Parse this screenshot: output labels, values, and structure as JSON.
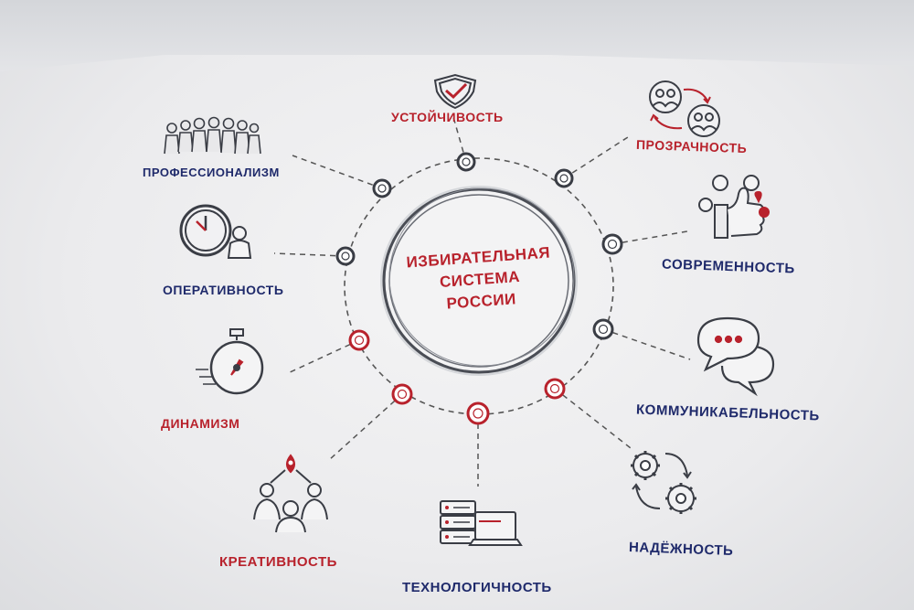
{
  "center": {
    "line1": "ИЗБИРАТЕЛЬНАЯ",
    "line2": "СИСТЕМА",
    "line3": "РОССИИ"
  },
  "nodes": {
    "ustoychivost": "УСТОЙЧИВОСТЬ",
    "prozrachnost": "ПРОЗРАЧНОСТЬ",
    "professionalizm": "ПРОФЕССИОНАЛИЗМ",
    "sovremennost": "СОВРЕМЕННОСТЬ",
    "operativnost": "ОПЕРАТИВНОСТЬ",
    "kommunikabelnost": "КОММУНИКАБЕЛЬНОСТЬ",
    "dinamizm": "ДИНАМИЗМ",
    "nadezhnost": "НАДЁЖНОСТЬ",
    "kreativnost": "КРЕАТИВНОСТЬ",
    "tekhnologichnost": "ТЕХНОЛОГИЧНОСТЬ"
  },
  "colors": {
    "navy": "#1f2a6b",
    "red": "#b8222c",
    "ink": "#3a3d45"
  },
  "icons": {
    "ustoychivost": "shield-check-icon",
    "prozrachnost": "people-exchange-icon",
    "professionalizm": "crowd-icon",
    "sovremennost": "thumbs-up-icon",
    "operativnost": "clock-person-icon",
    "kommunikabelnost": "chat-bubbles-icon",
    "dinamizm": "stopwatch-icon",
    "nadezhnost": "gears-icon",
    "kreativnost": "team-idea-icon",
    "tekhnologichnost": "server-laptop-icon"
  }
}
